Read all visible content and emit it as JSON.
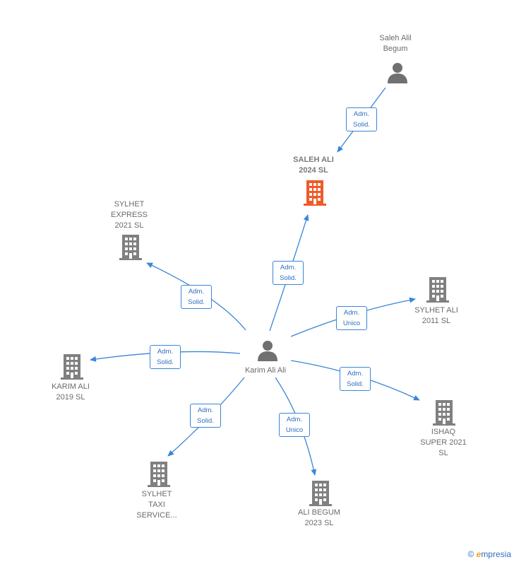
{
  "nodes": {
    "saleh_alil": {
      "lines": [
        "Saleh Alil",
        "Begum"
      ],
      "type": "person"
    },
    "saleh_ali_2024": {
      "lines": [
        "SALEH ALI",
        "2024  SL"
      ],
      "type": "company",
      "color": "#f05a28"
    },
    "sylhet_express": {
      "lines": [
        "SYLHET",
        "EXPRESS",
        "2021  SL"
      ],
      "type": "company"
    },
    "sylhet_ali": {
      "lines": [
        "SYLHET ALI",
        "2011  SL"
      ],
      "type": "company"
    },
    "karim_ali_ali": {
      "lines": [
        "Karim Ali Ali"
      ],
      "type": "person"
    },
    "karim_ali_2019": {
      "lines": [
        "KARIM ALI",
        "2019  SL"
      ],
      "type": "company"
    },
    "ishaq": {
      "lines": [
        "ISHAQ",
        "SUPER 2021",
        "SL"
      ],
      "type": "company"
    },
    "sylhet_taxi": {
      "lines": [
        "SYLHET",
        "TAXI",
        "SERVICE..."
      ],
      "type": "company"
    },
    "ali_begum": {
      "lines": [
        "ALI BEGUM",
        "2023  SL"
      ],
      "type": "company"
    }
  },
  "edges": [
    {
      "id": "e1",
      "from": "saleh_alil",
      "to": "saleh_ali_2024",
      "label": [
        "Adm.",
        "Solid."
      ]
    },
    {
      "id": "e2",
      "from": "karim_ali_ali",
      "to": "saleh_ali_2024",
      "label": [
        "Adm.",
        "Solid."
      ]
    },
    {
      "id": "e3",
      "from": "karim_ali_ali",
      "to": "sylhet_express",
      "label": [
        "Adm.",
        "Solid."
      ]
    },
    {
      "id": "e4",
      "from": "karim_ali_ali",
      "to": "sylhet_ali",
      "label": [
        "Adm.",
        "Unico"
      ]
    },
    {
      "id": "e5",
      "from": "karim_ali_ali",
      "to": "karim_ali_2019",
      "label": [
        "Adm.",
        "Solid."
      ]
    },
    {
      "id": "e6",
      "from": "karim_ali_ali",
      "to": "ishaq",
      "label": [
        "Adm.",
        "Solid."
      ]
    },
    {
      "id": "e7",
      "from": "karim_ali_ali",
      "to": "sylhet_taxi",
      "label": [
        "Adm.",
        "Solid."
      ]
    },
    {
      "id": "e8",
      "from": "karim_ali_ali",
      "to": "ali_begum",
      "label": [
        "Adm.",
        "Unico"
      ]
    }
  ],
  "colors": {
    "edge": "#3a86d8",
    "company": "#808080",
    "person": "#707070",
    "highlight": "#f05a28"
  },
  "brand": {
    "symbol": "©",
    "name": "mpresia",
    "initial": "e"
  }
}
